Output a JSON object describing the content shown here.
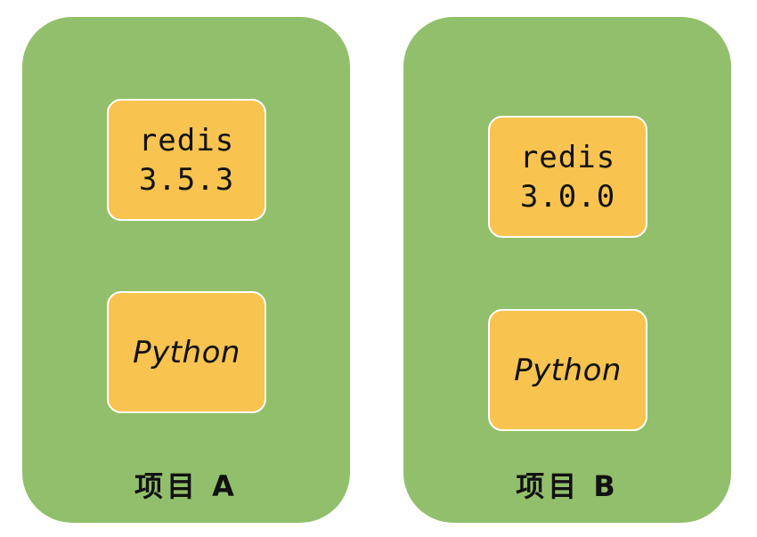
{
  "colors": {
    "project_fill": "#92bf6b",
    "box_fill": "#f8c34f",
    "box_border": "#ffffff",
    "text": "#111111"
  },
  "projects": [
    {
      "label": "项目 A",
      "library": {
        "name": "redis",
        "version": "3.5.3"
      },
      "language": "Python"
    },
    {
      "label": "项目 B",
      "library": {
        "name": "redis",
        "version": "3.0.0"
      },
      "language": "Python"
    }
  ]
}
